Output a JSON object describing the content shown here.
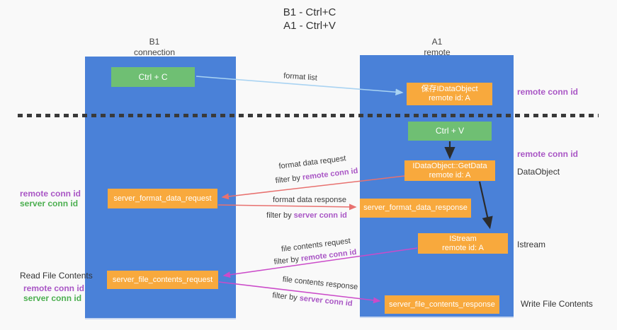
{
  "title": {
    "line1": "B1 - Ctrl+C",
    "line2": "A1 - Ctrl+V"
  },
  "lifelines": {
    "left": {
      "name": "B1",
      "role": "connection"
    },
    "right": {
      "name": "A1",
      "role": "remote"
    }
  },
  "nodes": {
    "ctrl_c": {
      "label": "Ctrl + C"
    },
    "ctrl_v": {
      "label": "Ctrl + V"
    },
    "save_dataobject": {
      "line1": "保存IDataObject",
      "line2": "remote id: A"
    },
    "getdata": {
      "line1": "IDataObject::GetData",
      "line2": "remote id: A"
    },
    "istream": {
      "line1": "IStream",
      "line2": "remote id: A"
    },
    "format_request": {
      "label": "server_format_data_request"
    },
    "format_response": {
      "label": "server_format_data_response"
    },
    "file_request": {
      "label": "server_file_contents_request"
    },
    "file_response": {
      "label": "server_file_contents_response"
    }
  },
  "edge_labels": {
    "format_list": "format list",
    "format_data_request": "format data request",
    "format_data_response": "format data response",
    "file_contents_request": "file contents request",
    "file_contents_response": "file contents response",
    "filter_by": "filter by",
    "remote_conn_id": "remote conn id",
    "server_conn_id": "server conn id"
  },
  "annotations": {
    "right_top_remote_conn_id": "remote conn id",
    "right_mid_remote_conn_id": "remote conn id",
    "dataobject": "DataObject",
    "istream": "Istream",
    "write_file_contents": "Write File Contents",
    "left_remote_conn_id_top": "remote conn id",
    "left_server_conn_id_top": "server conn id",
    "read_file_contents": "Read File Contents",
    "left_remote_conn_id_bottom": "remote conn id",
    "left_server_conn_id_bottom": "server conn id"
  },
  "colors": {
    "lifeline_blue": "#4a81d8",
    "action_green": "#6fbf73",
    "message_orange": "#f8a93d",
    "remote_conn_purple": "#a956c5",
    "server_conn_green": "#4caf50",
    "format_arrow_red": "#e8716f",
    "file_arrow_magenta": "#cb4bc9",
    "format_list_blue": "#a9d3f2",
    "arrow_black": "#2b2b2b",
    "background": "#f9f9f9"
  }
}
